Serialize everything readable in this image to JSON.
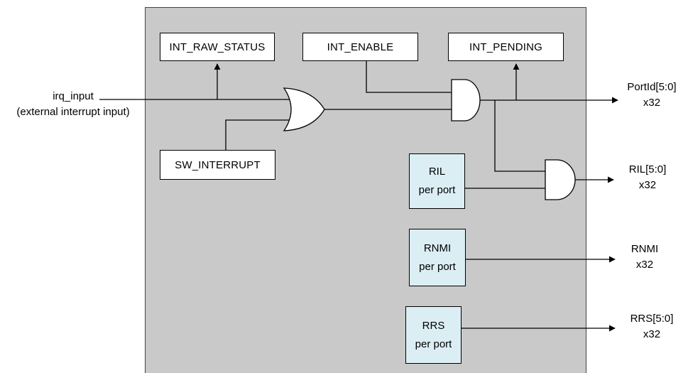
{
  "registers": {
    "raw_status": "INT_RAW_STATUS",
    "enable": "INT_ENABLE",
    "pending": "INT_PENDING",
    "sw_interrupt": "SW_INTERRUPT"
  },
  "input": {
    "name": "irq_input",
    "description": "(external interrupt input)"
  },
  "per_port_blocks": [
    {
      "name": "RIL",
      "sub": "per port"
    },
    {
      "name": "RNMI",
      "sub": "per port"
    },
    {
      "name": "RRS",
      "sub": "per port"
    }
  ],
  "outputs": [
    {
      "name": "PortId[5:0]",
      "mult": "x32"
    },
    {
      "name": "RIL[5:0]",
      "mult": "x32"
    },
    {
      "name": "RNMI",
      "mult": "x32"
    },
    {
      "name": "RRS[5:0]",
      "mult": "x32"
    }
  ],
  "colors": {
    "block_fill": "#c9c9c9",
    "per_port_fill": "#dbeef4",
    "register_fill": "#ffffff",
    "line": "#000000"
  }
}
